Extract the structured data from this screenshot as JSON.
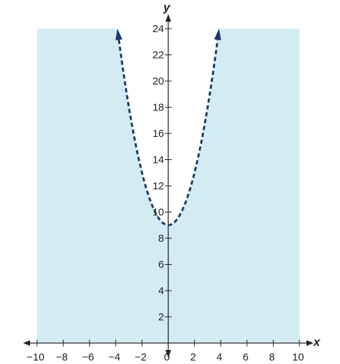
{
  "chart_data": {
    "type": "area",
    "title": "",
    "xlabel": "x",
    "ylabel": "y",
    "xlim": [
      -10,
      10
    ],
    "ylim": [
      0,
      24
    ],
    "x_ticks": [
      -10,
      -8,
      -6,
      -4,
      -2,
      0,
      2,
      4,
      6,
      8,
      10
    ],
    "x_tick_labels": [
      "−10",
      "−8",
      "−6",
      "−4",
      "−2",
      "0",
      "2",
      "4",
      "6",
      "8",
      "10"
    ],
    "y_ticks": [
      2,
      4,
      6,
      8,
      10,
      12,
      14,
      16,
      18,
      20,
      22,
      24
    ],
    "y_tick_labels": [
      "2",
      "4",
      "6",
      "8",
      "10",
      "12",
      "14",
      "16",
      "18",
      "20",
      "22",
      "24"
    ],
    "grid": false,
    "boundary": {
      "equation": "y = x^2 + 9",
      "style": "dashed",
      "x": [
        -3.873,
        -3.5,
        -3,
        -2.5,
        -2,
        -1.5,
        -1,
        -0.5,
        0,
        0.5,
        1,
        1.5,
        2,
        2.5,
        3,
        3.5,
        3.873
      ],
      "y": [
        24,
        21.25,
        18,
        15.25,
        13,
        11.25,
        10,
        9.25,
        9,
        9.25,
        10,
        11.25,
        13,
        15.25,
        18,
        21.25,
        24
      ]
    },
    "shaded_region": "outside the parabola, y < x^2 + 9",
    "colors": {
      "shade": "#d3ecf4",
      "curve": "#1a3a66",
      "axis": "#222222"
    }
  }
}
